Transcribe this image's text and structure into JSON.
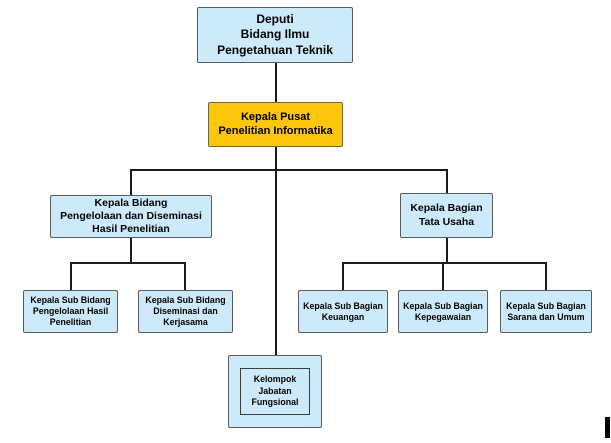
{
  "diagram": {
    "type": "org-chart",
    "nodes": {
      "deputi": {
        "label": "Deputi\nBidang Ilmu\nPengetahuan Teknik"
      },
      "kepala_pusat": {
        "label": "Kepala Pusat\nPenelitian Informatika"
      },
      "kepala_bidang": {
        "label": "Kepala Bidang\nPengelolaan dan Diseminasi\nHasil Penelitian"
      },
      "kepala_bagian": {
        "label": "Kepala Bagian\nTata Usaha"
      },
      "sub_bidang_pengelolaan": {
        "label": "Kepala Sub Bidang\nPengelolaan Hasil\nPenelitian"
      },
      "sub_bidang_diseminasi": {
        "label": "Kepala Sub Bidang\nDiseminasi dan\nKerjasama"
      },
      "sub_bagian_keuangan": {
        "label": "Kepala Sub Bagian\nKeuangan"
      },
      "sub_bagian_kepegawaian": {
        "label": "Kepala Sub Bagian\nKepegawaian"
      },
      "sub_bagian_sarana": {
        "label": "Kepala Sub Bagian\nSarana dan Umum"
      },
      "kelompok_jabatan": {
        "label": "Kelompok\nJabatan\nFungsional"
      }
    },
    "colors": {
      "node_fill": "#cdeafb",
      "highlight_fill": "#fec70c",
      "node_border": "#5a5a5a",
      "connector": "#1c1c1c"
    }
  }
}
